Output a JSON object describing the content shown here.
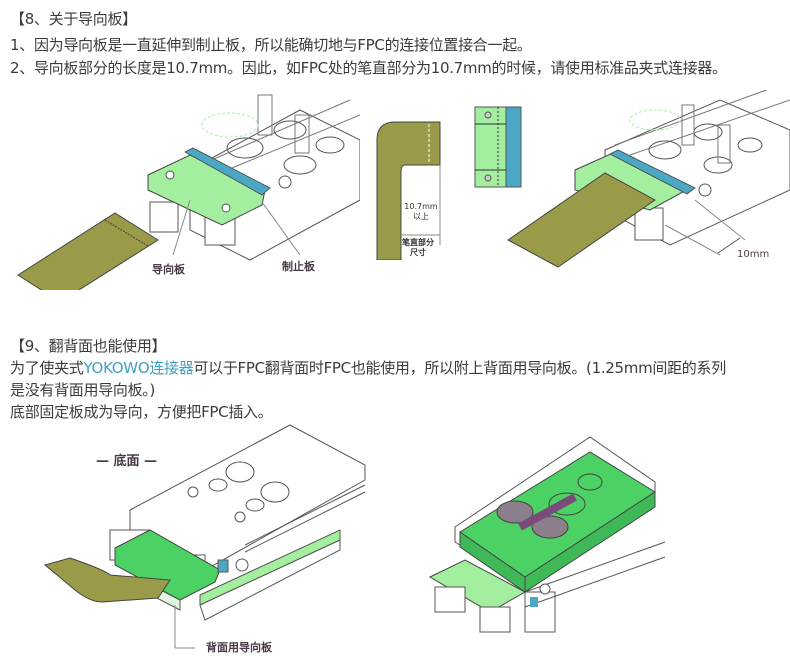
{
  "section8": {
    "heading": "【8、关于导向板】",
    "point1": "1、因为导向板是一直延伸到制止板，所以能确切地与FPC的连接位置接合一起。",
    "point2": "2、导向板部分的长度是10.7mm。因此，如FPC处的笔直部分为10.7mm的时候，请使用标准品夹式连接器。",
    "figure_labels": {
      "guide_plate": "导向板",
      "stop_plate": "制止板",
      "dimension_value": "10.7mm",
      "dimension_suffix": "以上",
      "straight_part_line1": "笔直部分",
      "straight_part_line2": "尺寸",
      "offset_dimension": "10mm"
    }
  },
  "section9": {
    "heading": "【9、翻背面也能使用】",
    "para1_prefix": "为了使夹式",
    "para1_link": "YOKOWO连接器",
    "para1_suffix": "可以于FPC翻背面时FPC也能使用，所以附上背面用导向板。(1.25mm间距的系列",
    "para1_cont": "是没有背面用导向板。)",
    "para2": "底部固定板成为导向，方便把FPC插入。",
    "figure_labels": {
      "bottom_side": "— 底面 —",
      "back_guide_plate": "背面用导向板"
    }
  },
  "colors": {
    "text": "#3b3b3b",
    "link": "#3fa1c0",
    "guide_green": "#a4eea0",
    "fpc_olive": "#9a9b48",
    "stop_blue": "#4aa8c4",
    "label": "#4a3a48"
  }
}
